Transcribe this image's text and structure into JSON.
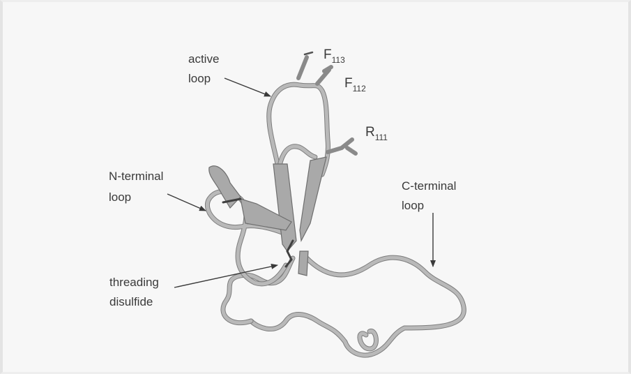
{
  "labels": {
    "active_loop": [
      "active",
      "loop"
    ],
    "n_terminal_loop": [
      "N-terminal",
      "loop"
    ],
    "c_terminal_loop": [
      "C-terminal",
      "loop"
    ],
    "threading_disulfide": [
      "threading",
      "disulfide"
    ]
  },
  "residues": [
    {
      "main": "F",
      "sub": "113"
    },
    {
      "main": "F",
      "sub": "112"
    },
    {
      "main": "R",
      "sub": "111"
    }
  ]
}
